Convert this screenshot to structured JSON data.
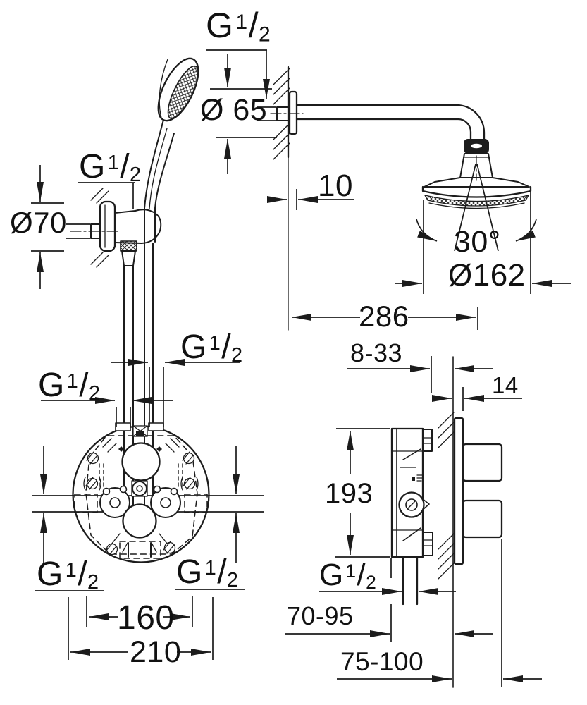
{
  "labels": {
    "thread": {
      "base": "G",
      "numerator": "1",
      "slash": "/",
      "denominator": "2"
    },
    "hand_shower": {
      "holder_diameter": "Ø70"
    },
    "head_shower": {
      "escutcheon_diameter": "Ø 65",
      "wall_offset": "10",
      "tilt_angle": "30°",
      "head_diameter": "Ø162",
      "arm_reach": "286"
    },
    "valve_front": {
      "port_spacing": "160",
      "plate_width": "210"
    },
    "valve_side": {
      "plaster_depth_range": "8-33",
      "wall_thickness": "14",
      "body_height": "193",
      "depth_range_min": "70-95",
      "depth_range_max": "75-100"
    }
  },
  "colors": {
    "line": "#1c1c1c",
    "text": "#111111",
    "background": "#ffffff"
  }
}
